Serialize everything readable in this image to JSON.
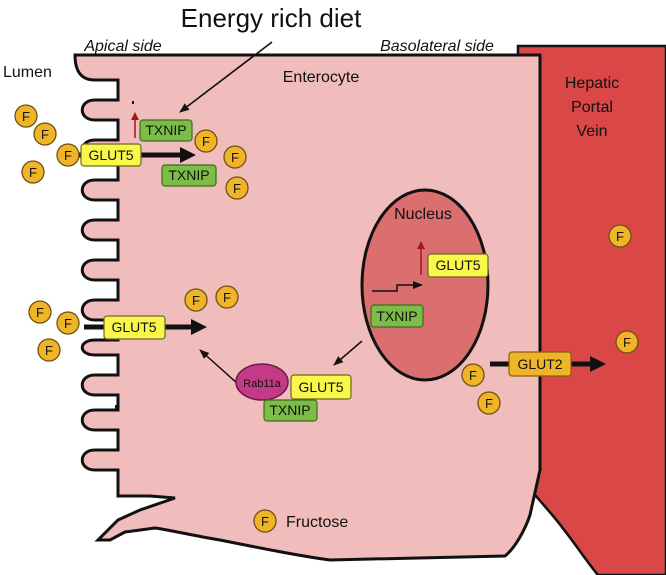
{
  "title": "Energy rich diet",
  "labels": {
    "apical": "Apical side",
    "basolateral": "Basolateral side",
    "lumen": "Lumen",
    "enterocyte": "Enterocyte",
    "hepatic1": "Hepatic",
    "hepatic2": "Portal",
    "hepatic3": "Vein",
    "nucleus": "Nucleus",
    "legend": "Fructose"
  },
  "boxes": {
    "txnip": "TXNIP",
    "glut5": "GLUT5",
    "glut2": "GLUT2",
    "rab11a": "Rab11a"
  },
  "fructose_symbol": "F",
  "colors": {
    "cell": "#f1bcbc",
    "nucleus": "#db6e6e",
    "vein": "#d94747",
    "glut5": "#fbf74a",
    "txnip": "#7cbd47",
    "glut2": "#f0b429",
    "rab11a": "#c43a86",
    "fructose": "#f0b429"
  }
}
